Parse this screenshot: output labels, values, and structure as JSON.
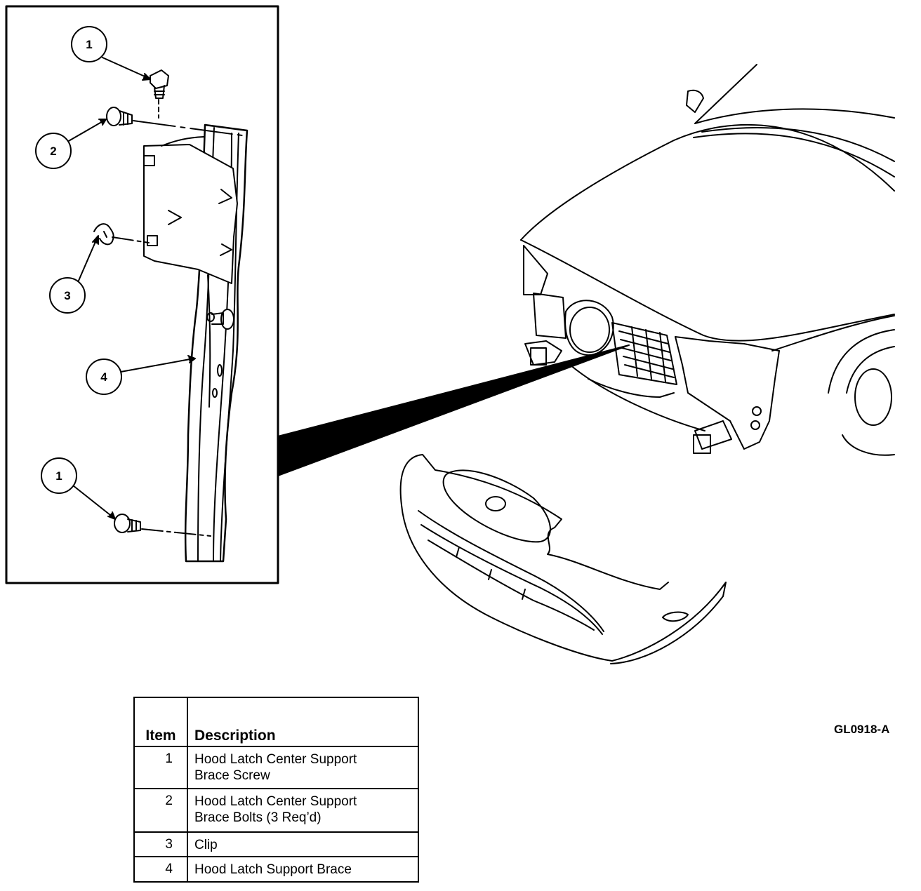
{
  "figure_id": "GL0918-A",
  "callouts": [
    "1",
    "2",
    "3",
    "4",
    "1"
  ],
  "legend": {
    "headers": {
      "item": "Item",
      "description": "Description"
    },
    "rows": [
      {
        "item": "1",
        "line1": "Hood Latch Center Support",
        "line2": "Brace Screw"
      },
      {
        "item": "2",
        "line1": "Hood Latch Center Support",
        "line2": "Brace Bolts (3 Req’d)"
      },
      {
        "item": "3",
        "line1": "Clip",
        "line2": ""
      },
      {
        "item": "4",
        "line1": "Hood Latch Support Brace",
        "line2": ""
      }
    ]
  }
}
